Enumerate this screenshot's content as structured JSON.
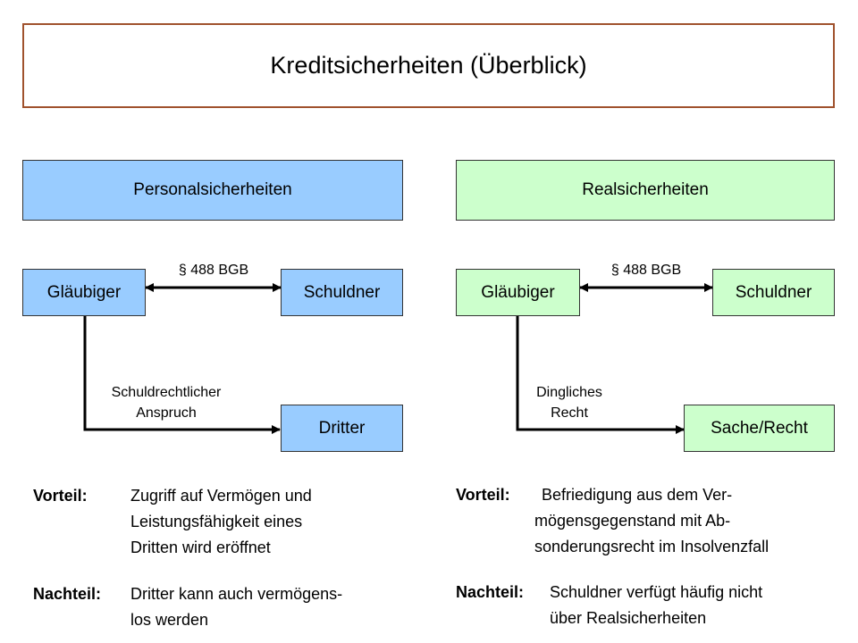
{
  "title": "Kreditsicherheiten (Überblick)",
  "left": {
    "header": "Personalsicherheiten",
    "creditor": "Gläubiger",
    "debtor": "Schuldner",
    "law": "§ 488 BGB",
    "third": "Dritter",
    "claim_line1": "Schuldrechtlicher",
    "claim_line2": "Anspruch",
    "advantage_label": "Vorteil:",
    "advantage_1": "Zugriff auf Vermögen und",
    "advantage_2": "Leistungsfähigkeit eines",
    "advantage_3": "Dritten wird eröffnet",
    "disadvantage_label": "Nachteil:",
    "disadvantage_1": "Dritter kann auch vermögens-",
    "disadvantage_2": "los werden"
  },
  "right": {
    "header": "Realsicherheiten",
    "creditor": "Gläubiger",
    "debtor": "Schuldner",
    "law": "§ 488 BGB",
    "thing": "Sache/Recht",
    "right_line1": "Dingliches",
    "right_line2": "Recht",
    "advantage_label": "Vorteil:",
    "advantage_1": "Befriedigung aus dem Ver-",
    "advantage_2": "mögensgegenstand mit Ab-",
    "advantage_3": "sonderungsrecht im Insolvenzfall",
    "disadvantage_label": "Nachteil:",
    "disadvantage_1": "Schuldner verfügt häufig nicht",
    "disadvantage_2": "über Realsicherheiten"
  },
  "colors": {
    "personal": "#99ccff",
    "real": "#ccffcc",
    "title_border": "#a0522d"
  }
}
